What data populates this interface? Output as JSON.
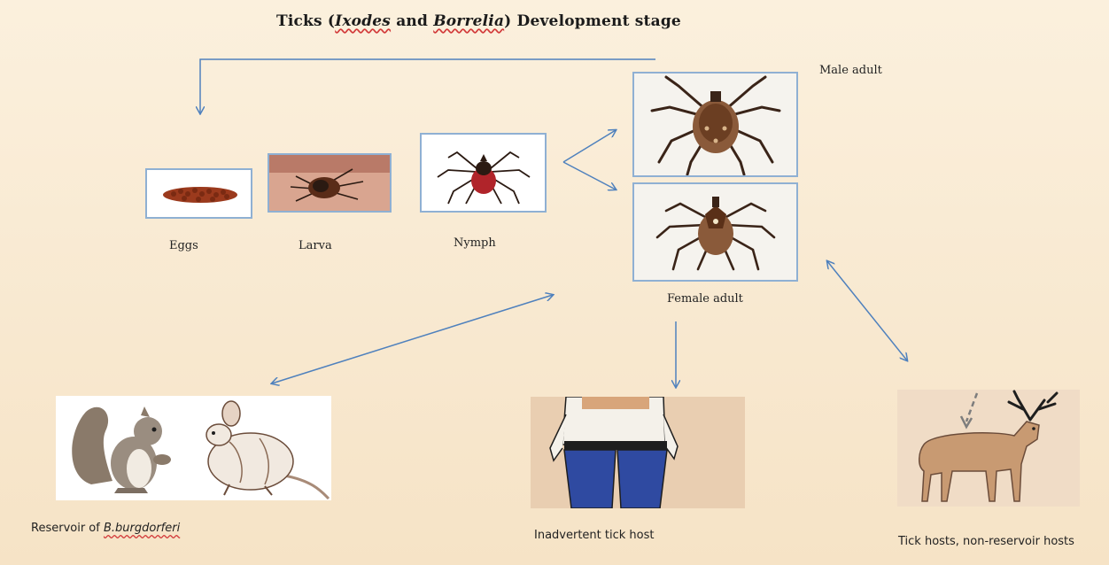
{
  "title": {
    "prefix": "Ticks (",
    "genus1": "Ixodes",
    "mid": " and ",
    "genus2": "Borrelia",
    "suffix": ") Development stage"
  },
  "stages": {
    "eggs": "Eggs",
    "larva": "Larva",
    "nymph": "Nymph",
    "male_adult": "Male adult",
    "female_adult": "Female adult"
  },
  "hosts": {
    "reservoir_prefix": "Reservoir of ",
    "reservoir_species": "B.burgdorferi",
    "inadvertent": "Inadvertent tick host",
    "non_reservoir": "Tick hosts, non-reservoir hosts"
  },
  "colors": {
    "arrow": "#4f81bd",
    "frame": "#8fb0d3",
    "background": "#f8e8cf"
  }
}
